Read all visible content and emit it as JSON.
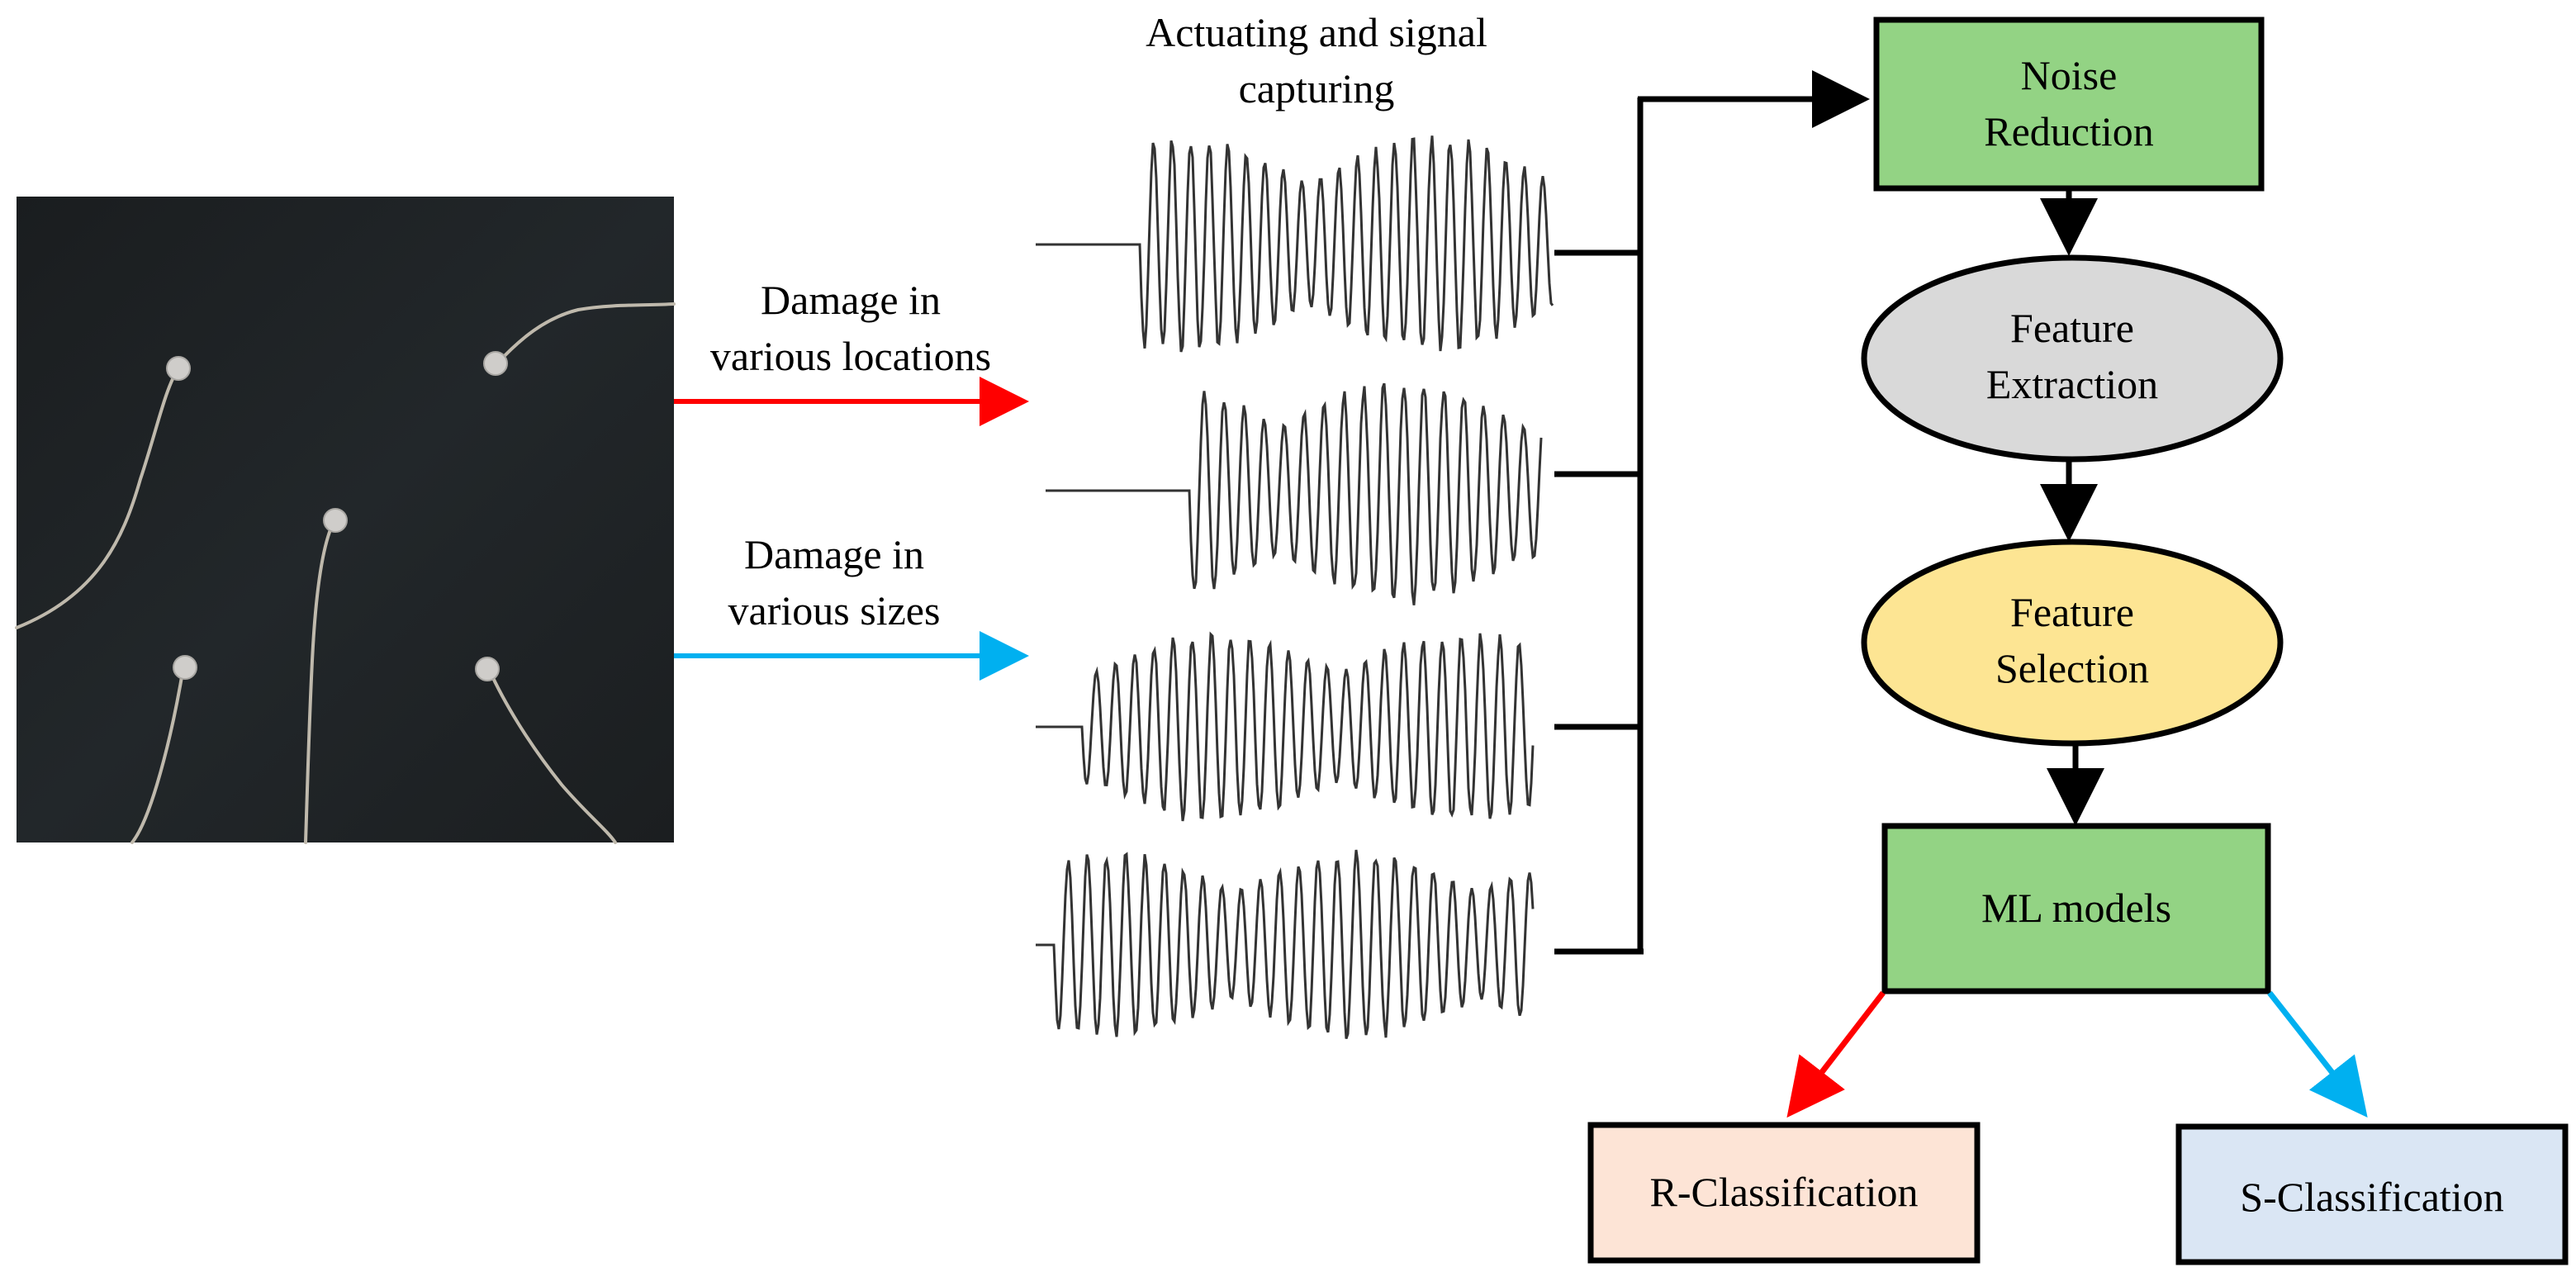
{
  "photo": {
    "description_icon": "composite-plate-with-sensors"
  },
  "labels": {
    "damage_locations": [
      "Damage in",
      "various locations"
    ],
    "damage_sizes": [
      "Damage in",
      "various sizes"
    ],
    "actuating": [
      "Actuating and signal",
      "capturing"
    ]
  },
  "nodes": {
    "noise_reduction": {
      "lines": [
        "Noise",
        "Reduction"
      ],
      "fill": "#93d384"
    },
    "feature_extraction": {
      "lines": [
        "Feature",
        "Extraction"
      ],
      "fill": "#d9d9d9"
    },
    "feature_selection": {
      "lines": [
        "Feature",
        "Selection"
      ],
      "fill": "#fde593"
    },
    "ml_models": {
      "lines": [
        "ML models"
      ],
      "fill": "#93d384"
    },
    "r_classification": {
      "lines": [
        "R-Classification"
      ],
      "fill": "#fde4d6"
    },
    "s_classification": {
      "lines": [
        "S-Classification"
      ],
      "fill": "#dae6f4"
    }
  },
  "colors": {
    "red_arrow": "#ff0000",
    "blue_arrow": "#00b0f0",
    "black": "#000000",
    "plate": "#1d2022"
  }
}
